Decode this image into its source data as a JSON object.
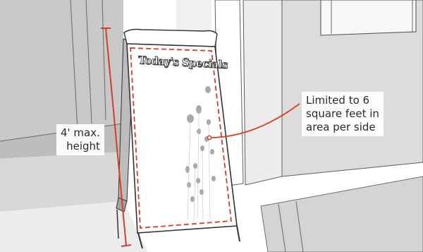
{
  "annotations": {
    "height": {
      "lines": [
        "4' max.",
        "height"
      ]
    },
    "area": {
      "lines": [
        "Limited to 6",
        "square feet in",
        "area per side"
      ]
    }
  },
  "sign": {
    "title": "Today's Specials"
  },
  "colors": {
    "dimension_red": "#d63c2c",
    "wall_shade": "#cfcfcf",
    "floor_shade": "#e2e2e2",
    "dot_gray": "#a9a9a9"
  }
}
